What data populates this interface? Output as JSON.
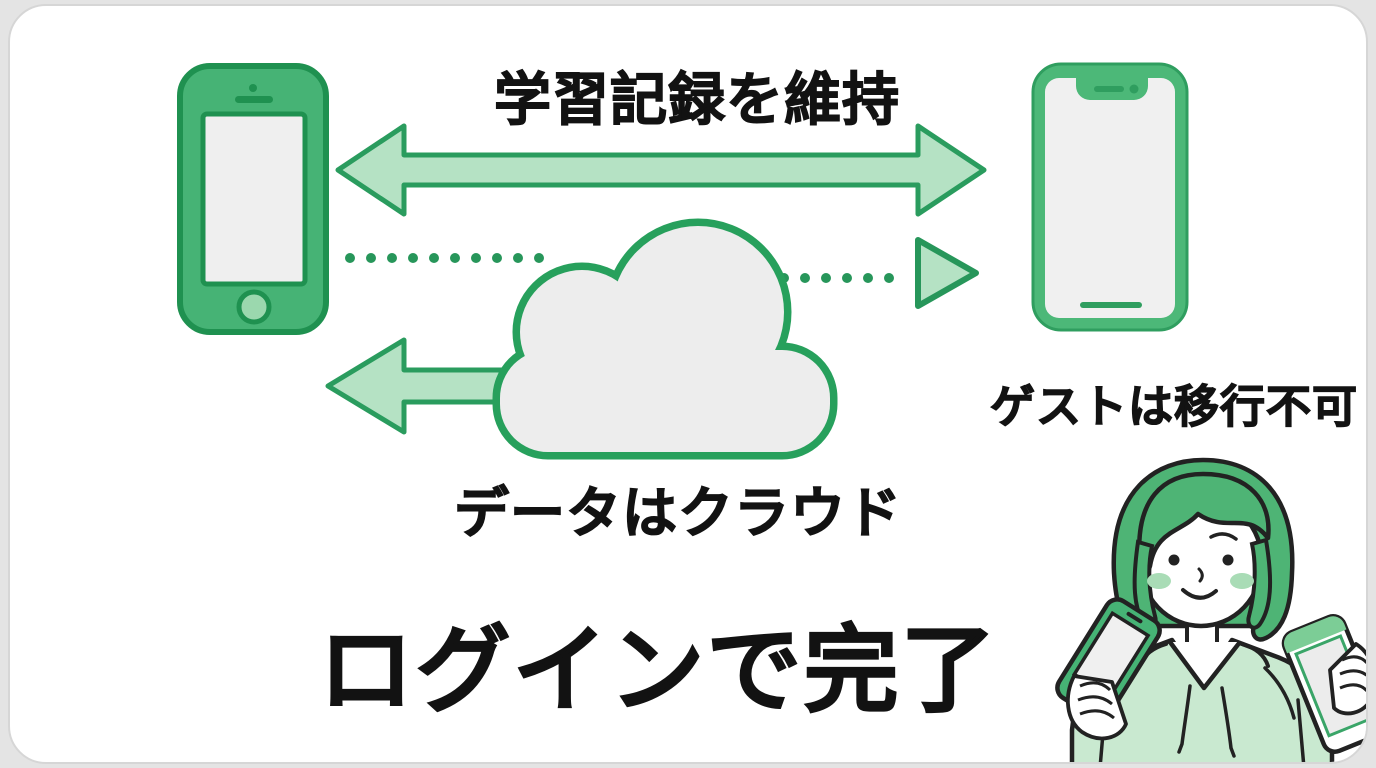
{
  "diagram": {
    "title": "学習記録を維持",
    "guest_note": "ゲストは移行不可",
    "cloud_note": "データはクラウド",
    "footer": "ログインで完了",
    "icons": [
      "old-phone-icon",
      "new-phone-icon",
      "double-arrow-icon",
      "dotted-sync-arrow-icon",
      "cloud-icon",
      "cloud-download-arrow-icon",
      "girl-with-two-phones-illustration"
    ],
    "colors": {
      "green_dark": "#27965a",
      "green_mid": "#46b375",
      "green_light": "#b5e2c4",
      "hair_green": "#4eb475",
      "hoodie_green": "#c9e9d0",
      "cloud_fill": "#ededed",
      "screen_gray": "#efefef",
      "outline_black": "#1f1f1f",
      "text_black": "#121212",
      "card_white": "#ffffff",
      "page_gray": "#e4e4e4"
    }
  }
}
